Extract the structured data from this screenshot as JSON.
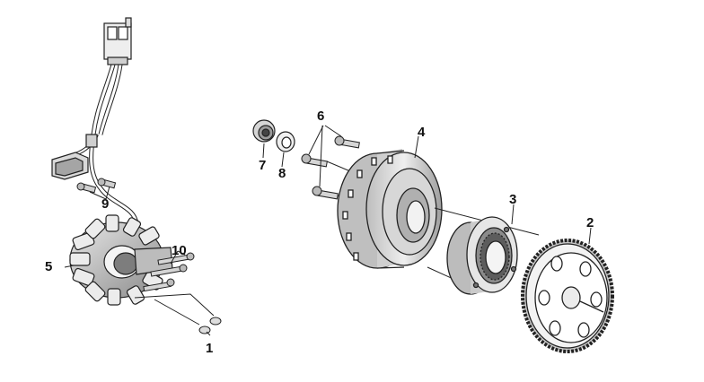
{
  "callouts": {
    "c1": "1",
    "c2": "2",
    "c3": "3",
    "c4": "4",
    "c5": "5",
    "c6": "6",
    "c7": "7",
    "c8": "8",
    "c9": "9",
    "c10": "10"
  },
  "colors": {
    "line": "#222222",
    "shade": "#9a9a9a",
    "light": "#d6d6d6",
    "dark": "#555555"
  }
}
